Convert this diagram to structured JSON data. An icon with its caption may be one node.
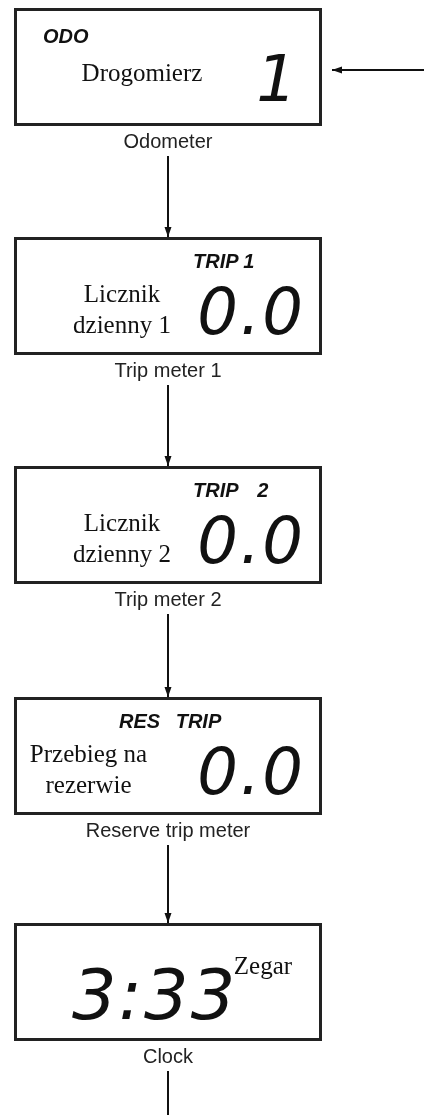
{
  "diagram": {
    "nodes": [
      {
        "text": [
          "ODO",
          "Drogomierz",
          "1"
        ],
        "beside": [
          "Odometer"
        ]
      },
      {
        "text": [
          "TRIP 1",
          "Licznik dzienny 1",
          "0.0"
        ],
        "beside": [
          "Trip meter 1"
        ]
      },
      {
        "text": [
          "TRIP 2",
          "Licznik dzienny 2",
          "0.0"
        ],
        "beside": [
          "Trip meter 2"
        ]
      },
      {
        "text": [
          "RES TRIP",
          "Przebieg na rezerwie",
          "0.0"
        ],
        "beside": [
          "Reserve trip meter"
        ]
      },
      {
        "text": [
          "Zegar",
          "3:33"
        ],
        "beside": [
          "Clock"
        ]
      }
    ],
    "edges": [
      {
        "from": null,
        "to": 0,
        "arrow": "to"
      },
      {
        "from": 0,
        "to": 1,
        "arrow": "to"
      },
      {
        "from": 1,
        "to": 2,
        "arrow": "to"
      },
      {
        "from": 2,
        "to": 3,
        "arrow": "to"
      },
      {
        "from": 3,
        "to": 4,
        "arrow": "to"
      },
      {
        "from": 4,
        "to": null,
        "arrow": "none"
      }
    ]
  }
}
